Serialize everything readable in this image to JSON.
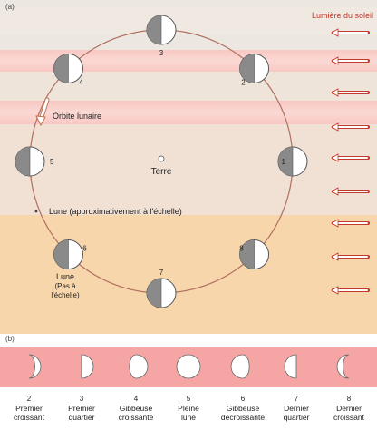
{
  "panel_a": {
    "label": "(a)",
    "sunlight_label": "Lumière du soleil",
    "earth_label": "Terre",
    "orbit_label": "Orbite lunaire",
    "moon_scale_label": "Lune (approximativement à l'échelle)",
    "moon_not_scale_lines": [
      "Lune",
      "(Pas à",
      "l'échelle)"
    ],
    "positions": [
      "1",
      "2",
      "3",
      "4",
      "5",
      "6",
      "7",
      "8"
    ],
    "colors": {
      "sun_arrow": "#c0392b",
      "orbit": "#b07060",
      "moon_dark": "#8a8a8a",
      "moon_light": "#ffffff",
      "bg_top": "#ede9e2",
      "band_pink": "#f9cdc7",
      "bg_mid": "#f0ded3",
      "bg_bottom": "#f6d5a9"
    }
  },
  "panel_b": {
    "label": "(b)",
    "background": "#f6a5a5",
    "phases": [
      {
        "number": "2",
        "line1": "Premier",
        "line2": "croissant"
      },
      {
        "number": "3",
        "line1": "Premier",
        "line2": "quartier"
      },
      {
        "number": "4",
        "line1": "Gibbeuse",
        "line2": "croissante"
      },
      {
        "number": "5",
        "line1": "Pleine",
        "line2": "lune"
      },
      {
        "number": "6",
        "line1": "Gibbeuse",
        "line2": "décroissante"
      },
      {
        "number": "7",
        "line1": "Dernier",
        "line2": "quartier"
      },
      {
        "number": "8",
        "line1": "Dernier",
        "line2": "croissant"
      }
    ]
  }
}
